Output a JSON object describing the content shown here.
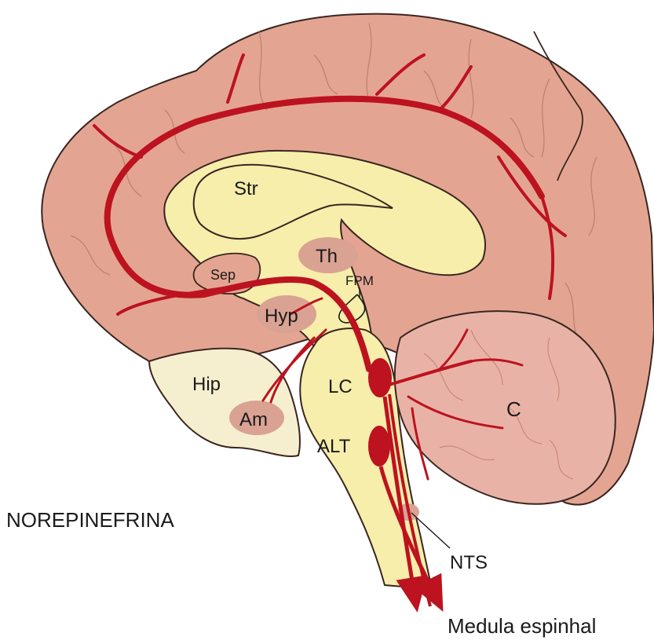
{
  "caption": "NOREPINEFRINA",
  "regions": {
    "str": "Str",
    "th": "Th",
    "sep": "Sep",
    "fpm": "FPM",
    "hyp": "Hyp",
    "hip": "Hip",
    "am": "Am",
    "lc": "LC",
    "alt": "ALT",
    "c": "C",
    "nts": "NTS"
  },
  "output_label": "Medula espinhal",
  "colors": {
    "cortex": "#e3a592",
    "cortex_stroke": "#3a2520",
    "nucleus": "#f6eeaa",
    "limbic": "#f6efcf",
    "highlight": "#d9a293",
    "pathway": "#bd1220",
    "cerebellum": "#e8b3a6"
  }
}
